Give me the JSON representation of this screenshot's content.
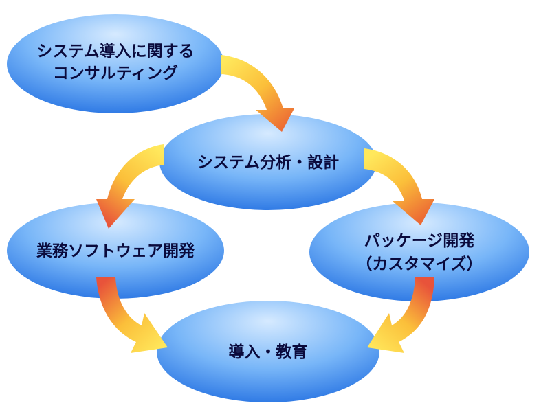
{
  "nodes": {
    "consulting": {
      "line1": "システム導入に関する",
      "line2": "コンサルティング"
    },
    "analysis": {
      "label": "システム分析・設計"
    },
    "software": {
      "label": "業務ソフトウェア開発"
    },
    "package": {
      "line1": "パッケージ開発",
      "line2": "（カスタマイズ）"
    },
    "deploy": {
      "label": "導入・教育"
    }
  },
  "colors": {
    "ellipse_light": "#cfe6ff",
    "ellipse_mid": "#5aa6f5",
    "ellipse_dark": "#1f6fe0",
    "arrow_yellow": "#ffe55a",
    "arrow_orange": "#f7a830",
    "arrow_red": "#e8533a",
    "text": "#0a0a3c"
  }
}
